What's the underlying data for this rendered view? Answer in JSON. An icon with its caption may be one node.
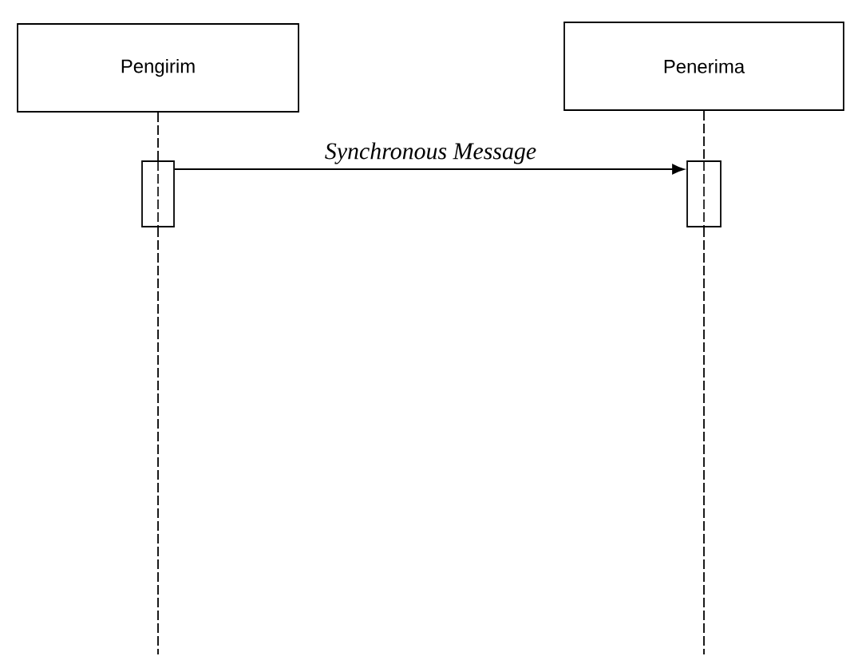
{
  "diagram": {
    "nodes": [
      {
        "text": [
          "Pengirim"
        ]
      },
      {
        "text": [
          "Penerima"
        ]
      },
      {
        "text": [],
        "shape": "bar"
      },
      {
        "text": [],
        "shape": "bar"
      }
    ],
    "edges": [
      {
        "from": 2,
        "to": 3,
        "arrow": "to",
        "label": "Synchronous Message"
      },
      {
        "from": 0,
        "to": 2,
        "arrow": "none",
        "style": "dashed"
      },
      {
        "from": 1,
        "to": 3,
        "arrow": "none",
        "style": "dashed"
      },
      {
        "from": 2,
        "to": null,
        "arrow": "none",
        "style": "dashed"
      },
      {
        "from": 3,
        "to": null,
        "arrow": "none",
        "style": "dashed"
      }
    ]
  }
}
